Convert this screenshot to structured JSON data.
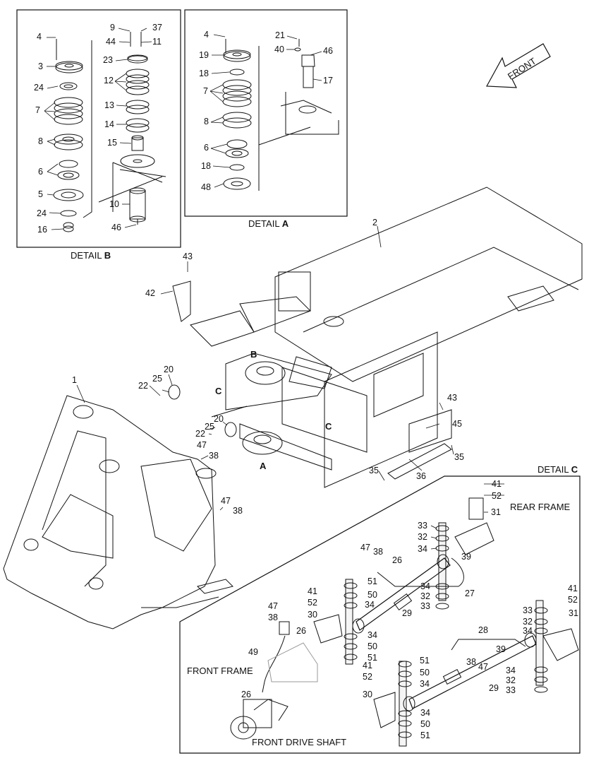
{
  "detail_b": {
    "title": "DETAIL",
    "letter": "B",
    "callouts": [
      "4",
      "3",
      "24",
      "7",
      "8",
      "6",
      "5",
      "24",
      "16",
      "9",
      "44",
      "37",
      "11",
      "23",
      "12",
      "13",
      "14",
      "15",
      "10",
      "46"
    ]
  },
  "detail_a": {
    "title": "DETAIL",
    "letter": "A",
    "callouts": [
      "4",
      "19",
      "18",
      "7",
      "8",
      "6",
      "18",
      "48",
      "21",
      "40",
      "46",
      "17"
    ]
  },
  "front_arrow": {
    "label": "FRONT"
  },
  "main_view": {
    "callouts": [
      "2",
      "43",
      "42",
      "1",
      "20",
      "25",
      "22",
      "20",
      "25",
      "22",
      "47",
      "38",
      "47",
      "38",
      "43",
      "45",
      "35",
      "36",
      "35"
    ],
    "section_markers": [
      "B",
      "C",
      "C",
      "A"
    ]
  },
  "detail_c": {
    "title": "DETAIL",
    "letter": "C",
    "labels": {
      "rear_frame": "REAR FRAME",
      "front_frame": "FRONT FRAME",
      "front_drive_shaft": "FRONT DRIVE SHAFT"
    },
    "callouts": [
      "41",
      "52",
      "31",
      "33",
      "32",
      "34",
      "47",
      "38",
      "26",
      "39",
      "27",
      "34",
      "32",
      "33",
      "51",
      "50",
      "34",
      "29",
      "41",
      "52",
      "30",
      "34",
      "50",
      "51",
      "47",
      "38",
      "26",
      "49",
      "26",
      "28",
      "39",
      "47",
      "38",
      "29",
      "41",
      "52",
      "30",
      "51",
      "50",
      "34",
      "34",
      "50",
      "51",
      "34",
      "32",
      "33",
      "41",
      "52",
      "31",
      "33",
      "32",
      "34"
    ]
  }
}
